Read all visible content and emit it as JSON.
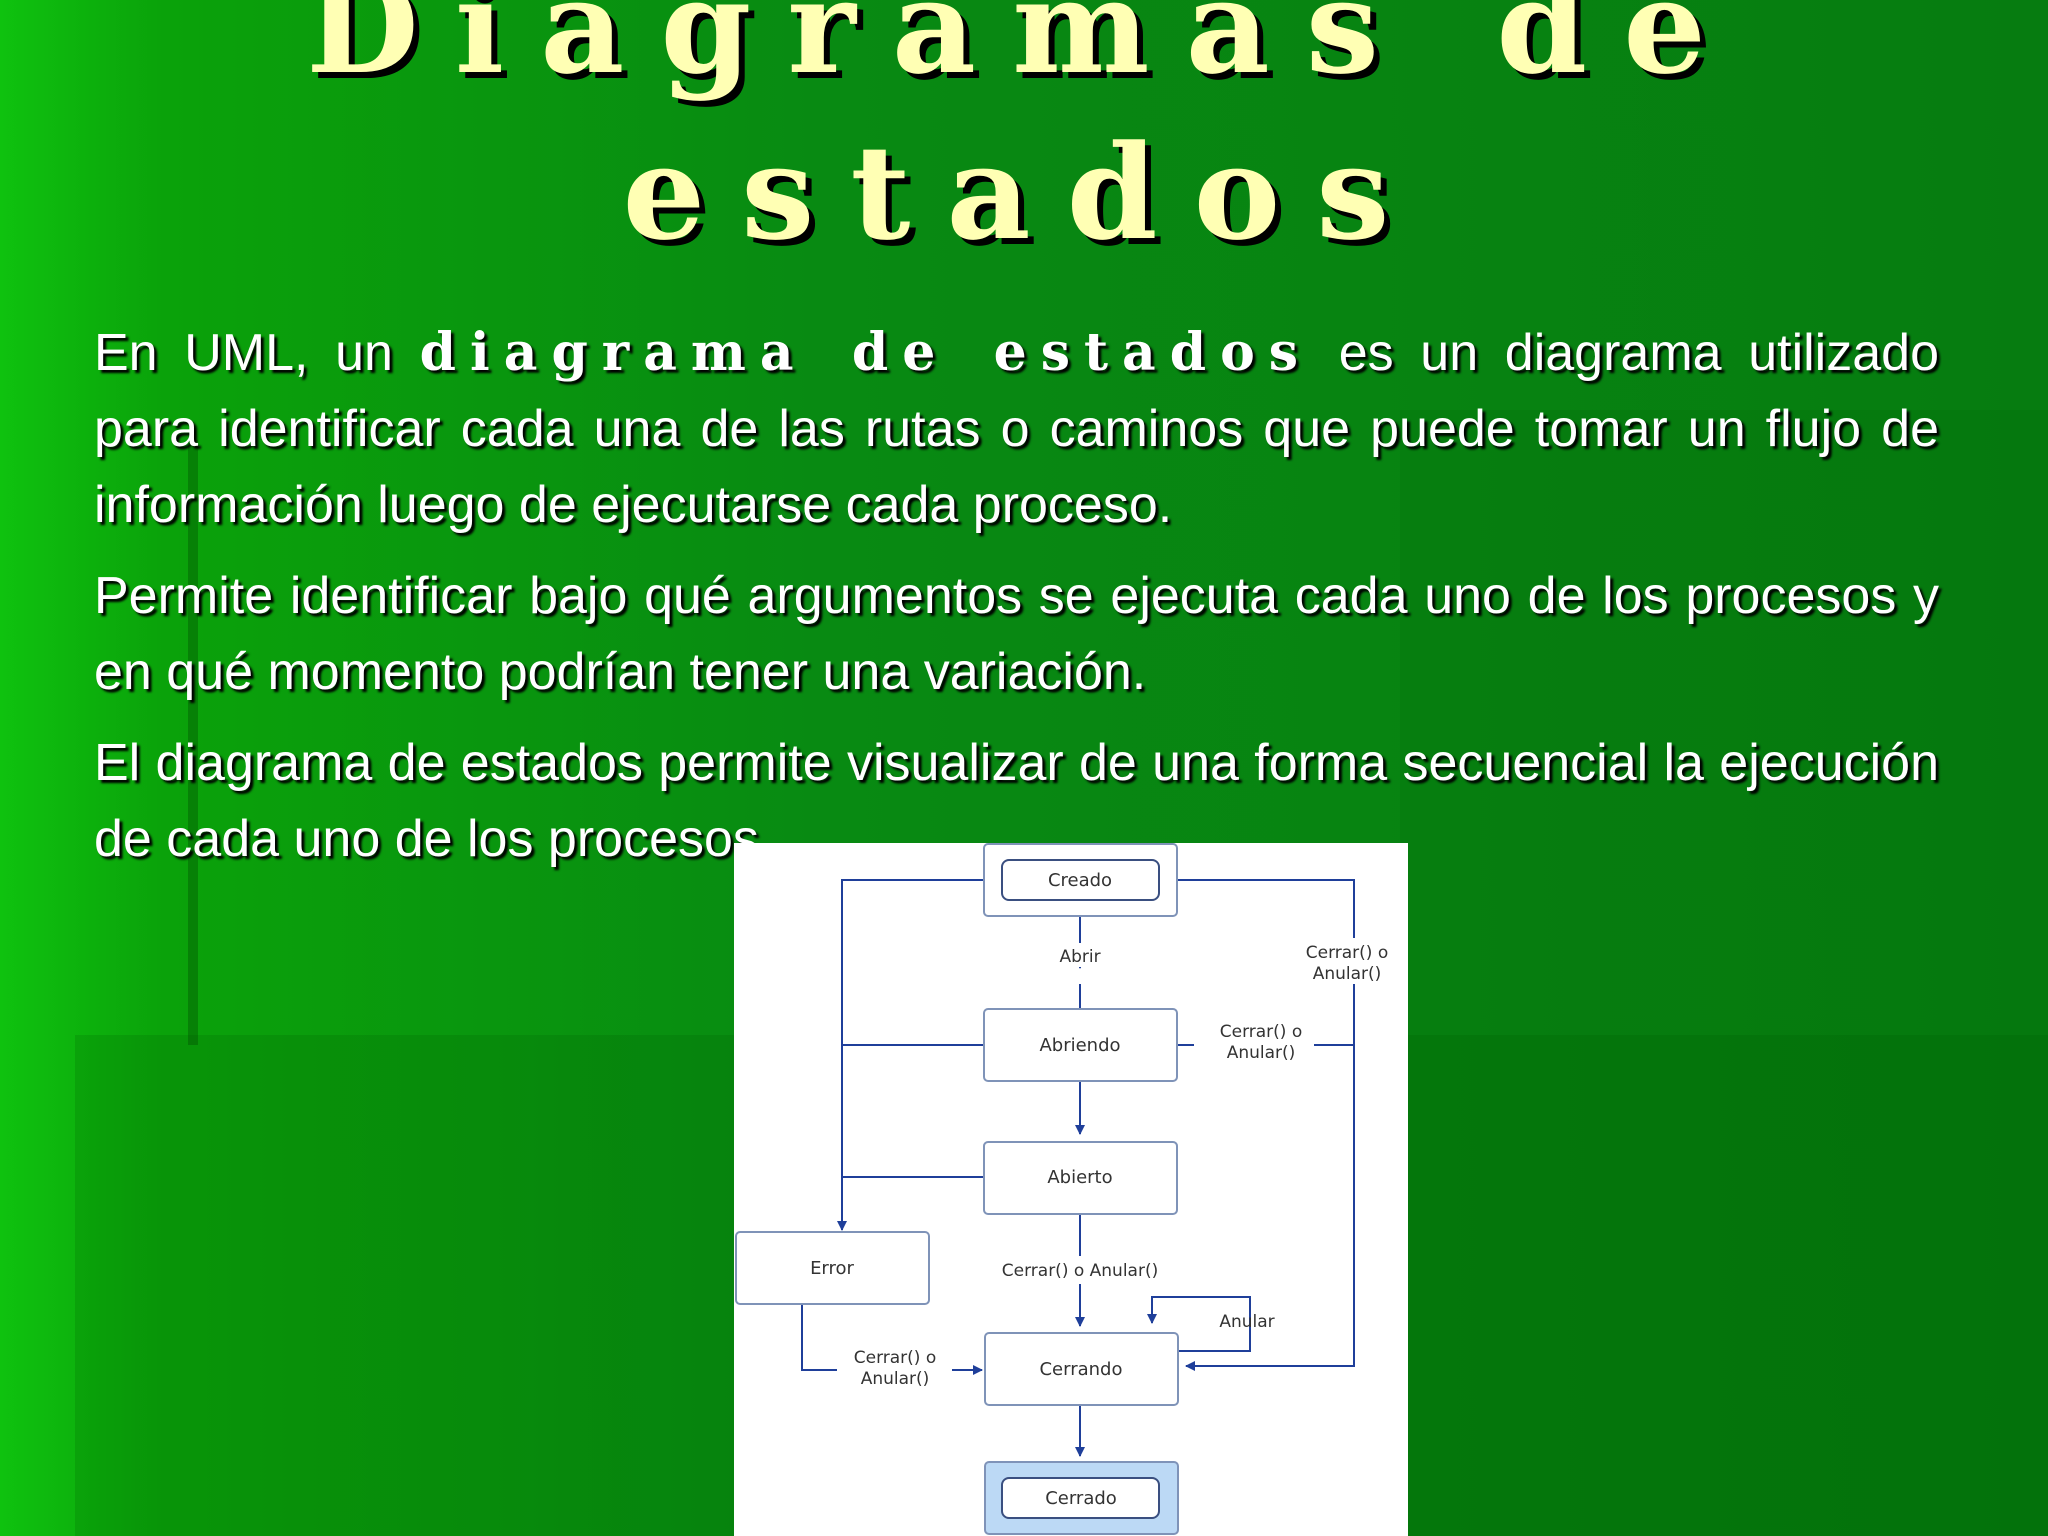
{
  "slide": {
    "title_line1": "Diagramas de",
    "title_line2": "estados",
    "paragraph1": {
      "lead": "En UML, un ",
      "emphasis": "diagrama de estados",
      "rest": " es un diagrama utilizado para identificar cada una de las rutas o caminos que puede tomar un flujo de información luego de ejecutarse cada proceso."
    },
    "paragraph2": "Permite identificar bajo qué argumentos se ejecuta cada uno de los procesos y en qué momento podrían tener una variación.",
    "paragraph3": "El diagrama de estados permite visualizar de una forma secuencial la ejecución de cada uno de los procesos."
  },
  "diagram": {
    "states": {
      "creado": "Creado",
      "abriendo": "Abriendo",
      "abierto": "Abierto",
      "error": "Error",
      "cerrando": "Cerrando",
      "cerrado": "Cerrado"
    },
    "transitions": {
      "abrir": "Abrir",
      "creado_cerrar_l1": "Cerrar() o",
      "creado_cerrar_l2": "Anular()",
      "abriendo_cerrar_l1": "Cerrar() o",
      "abriendo_cerrar_l2": "Anular()",
      "abierto_cerrar": "Cerrar() o Anular()",
      "anular": "Anular",
      "error_cerrar_l1": "Cerrar() o",
      "error_cerrar_l2": "Anular()"
    },
    "colors": {
      "line": "#1f3f9a",
      "box_border": "#7f93b8",
      "final_fill": "#bcd9f5"
    }
  }
}
